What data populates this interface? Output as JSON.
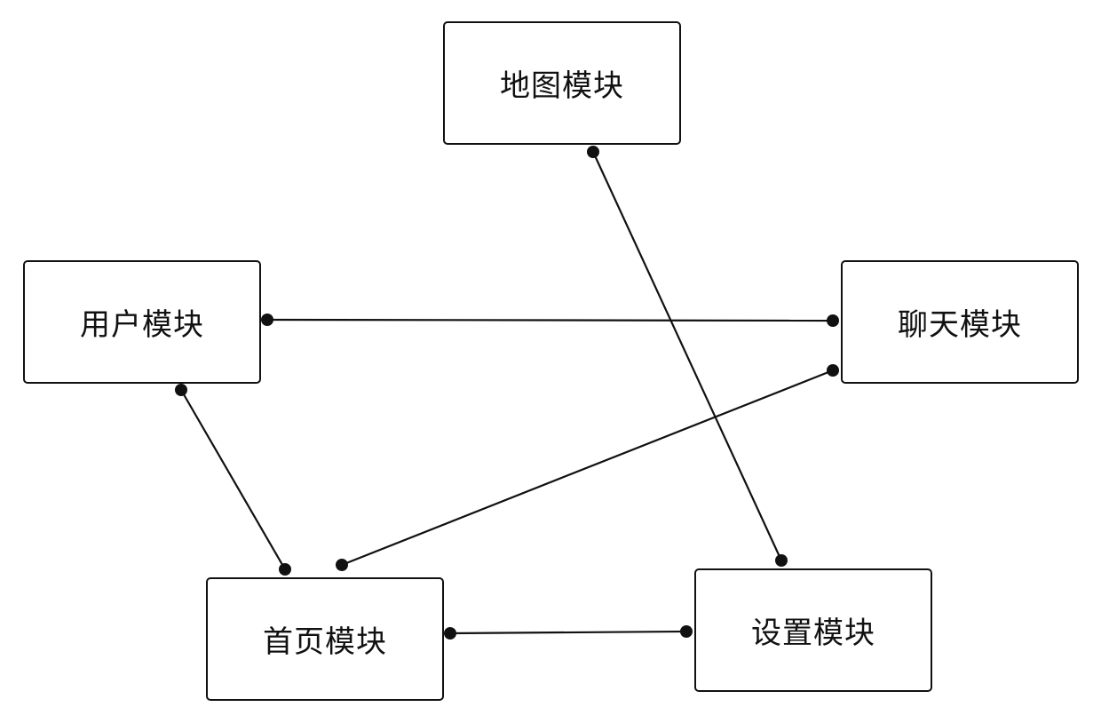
{
  "diagram": {
    "modules": {
      "map": "地图模块",
      "user": "用户模块",
      "chat": "聊天模块",
      "home": "首页模块",
      "settings": "设置模块"
    },
    "connections": [
      {
        "from": "user",
        "to": "chat"
      },
      {
        "from": "map",
        "to": "settings"
      },
      {
        "from": "user",
        "to": "home"
      },
      {
        "from": "home",
        "to": "chat"
      },
      {
        "from": "home",
        "to": "settings"
      }
    ],
    "colors": {
      "line": "#111111",
      "box_border": "#111111",
      "background": "#ffffff"
    }
  }
}
